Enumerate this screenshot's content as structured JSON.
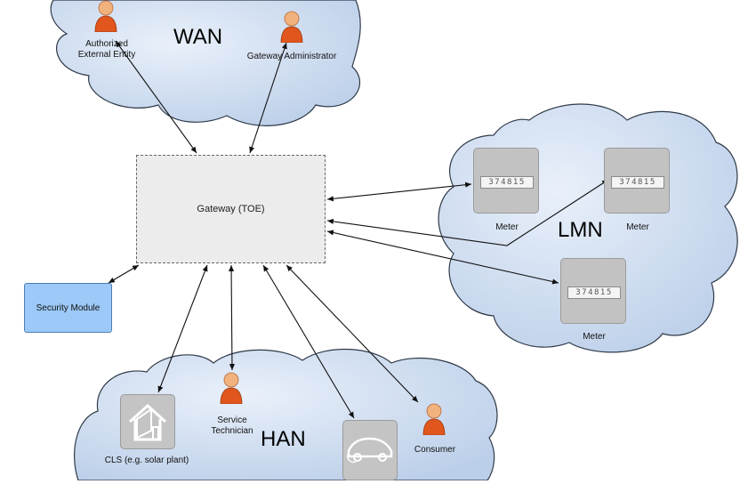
{
  "clouds": {
    "wan_label": "WAN",
    "lmn_label": "LMN",
    "han_label": "HAN"
  },
  "actors": {
    "authorized_external_entity": "Authorized\nExternal Entity",
    "gateway_administrator": "Gateway Administrator",
    "service_technician": "Service\nTechnician",
    "consumer": "Consumer"
  },
  "nodes": {
    "gateway": "Gateway (TOE)",
    "security_module": "Security Module",
    "meter_1_label": "Meter",
    "meter_2_label": "Meter",
    "meter_3_label": "Meter",
    "meter_reading": "374815",
    "cls": "CLS (e.g. solar plant)"
  },
  "colors": {
    "cloud_fill": "#c9d9ee",
    "cloud_stroke": "#2f3a48",
    "gateway_fill": "#ececec",
    "security_module_fill": "#9cc9f7",
    "device_fill": "#c2c2c2",
    "person_shirt": "#e0561c",
    "person_skin": "#f2b27e"
  },
  "icons": {
    "actor": "person-icon",
    "cls": "house-icon",
    "ev": "electric-car-icon"
  }
}
